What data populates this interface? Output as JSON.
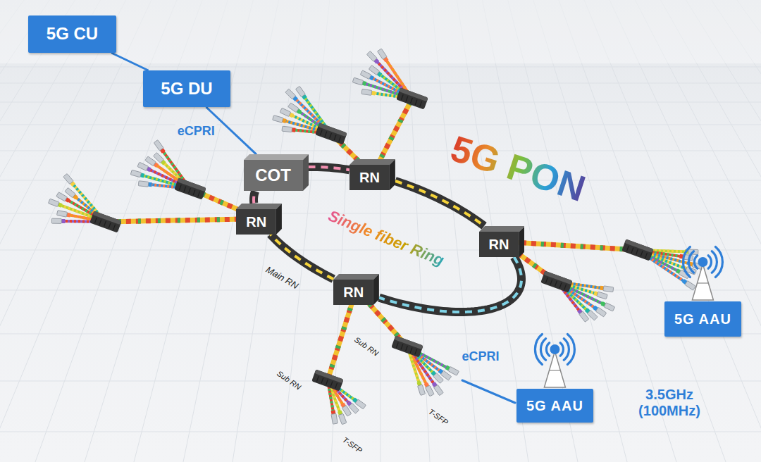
{
  "diagram": {
    "nodes": [
      {
        "text": [
          "5G CU"
        ]
      },
      {
        "text": [
          "5G DU"
        ]
      },
      {
        "text": [
          "COT"
        ]
      },
      {
        "text": [
          "RN"
        ]
      },
      {
        "text": [
          "RN"
        ]
      },
      {
        "text": [
          "RN"
        ]
      },
      {
        "text": [
          "RN"
        ]
      },
      {
        "text": [
          "5G AAU"
        ]
      },
      {
        "text": [
          "5G AAU"
        ]
      }
    ],
    "edges": [
      {
        "from": 0,
        "to": 1,
        "arrow": "none"
      },
      {
        "from": 1,
        "to": 2,
        "label": "eCPRI",
        "arrow": "none"
      },
      {
        "from": 2,
        "to": 3,
        "arrow": "none"
      },
      {
        "from": 3,
        "to": 5,
        "arrow": "none"
      },
      {
        "from": 5,
        "to": 6,
        "arrow": "none"
      },
      {
        "from": 6,
        "to": 4,
        "arrow": "none"
      },
      {
        "from": 4,
        "to": 2,
        "arrow": "none"
      }
    ],
    "labels": [
      "5G PON",
      "Single fiber Ring",
      "Main RN",
      "Sub RN",
      "Sub RN",
      "T-SFP",
      "T-SFP",
      "eCPRI",
      "3.5GHz (100MHz)"
    ]
  }
}
